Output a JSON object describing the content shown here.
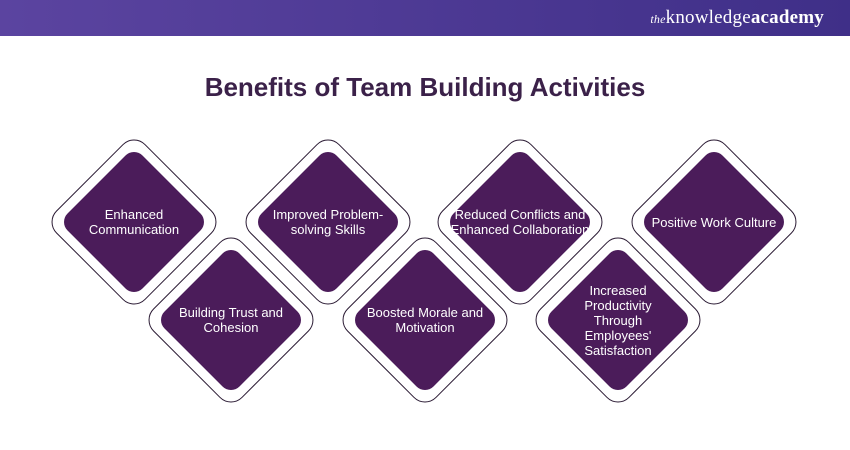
{
  "header": {
    "logo_prefix": "the",
    "logo_main": "knowledge",
    "logo_bold": "academy"
  },
  "title": "Benefits of Team Building Activities",
  "benefits": [
    {
      "label": "Enhanced Communication"
    },
    {
      "label": "Improved Problem-solving Skills"
    },
    {
      "label": "Reduced Conflicts and Enhanced Collaboration"
    },
    {
      "label": "Positive Work Culture"
    },
    {
      "label": "Building Trust and Cohesion"
    },
    {
      "label": "Boosted Morale and Motivation"
    },
    {
      "label": "Increased Productivity Through Employees' Satisfaction"
    }
  ],
  "colors": {
    "header": "#4a3893",
    "diamond": "#4b1c5a",
    "title": "#3b2149"
  }
}
